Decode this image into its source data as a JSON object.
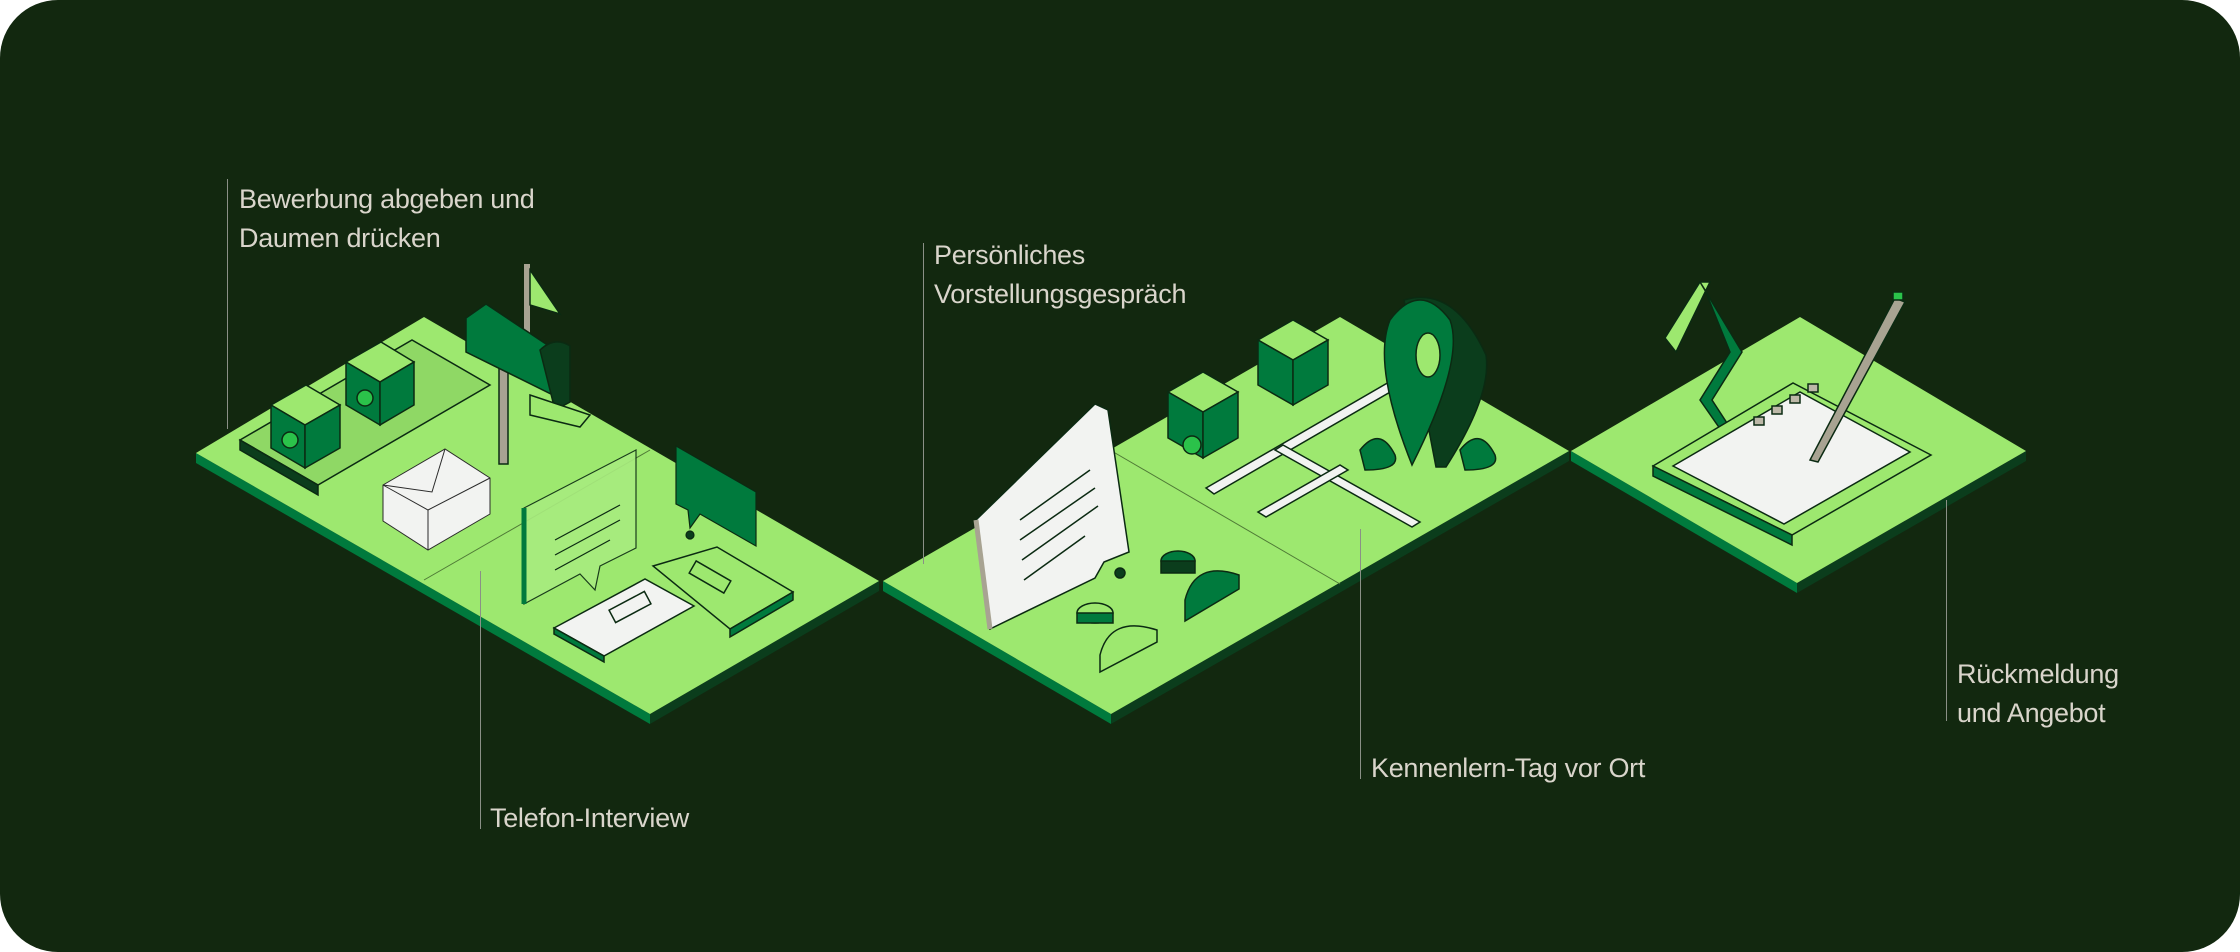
{
  "steps": [
    {
      "label_line1": "Bewerbung abgeben und",
      "label_line2": "Daumen drücken"
    },
    {
      "label_line1": "Telefon-Interview"
    },
    {
      "label_line1": "Persönliches",
      "label_line2": "Vorstellungsgespräch"
    },
    {
      "label_line1": "Kennenlern-Tag vor Ort"
    },
    {
      "label_line1": "Rückmeldung",
      "label_line2": "und Angebot"
    }
  ],
  "colors": {
    "background": "#12280f",
    "platform": "#9de86f",
    "dark_green": "#007a3d",
    "text": "#d9d5cb"
  }
}
